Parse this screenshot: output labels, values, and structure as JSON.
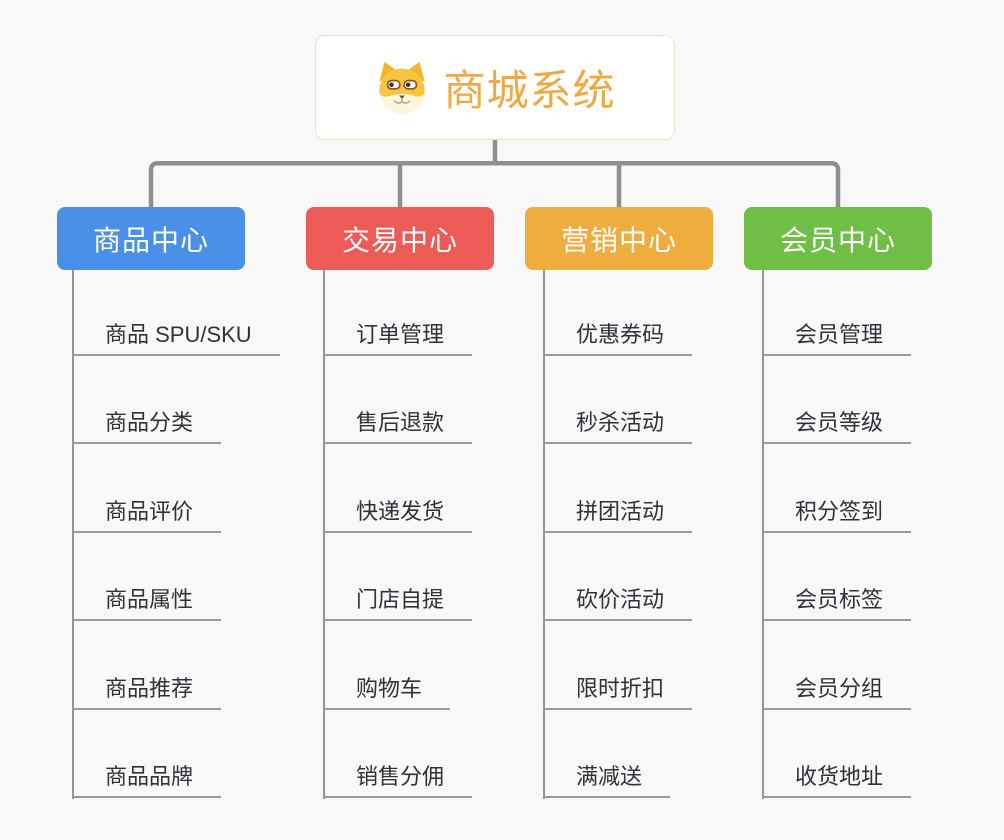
{
  "root": {
    "title": "商城系统",
    "icon": "dog-icon",
    "title_color": "#f0a843",
    "border_color": "#f3c27c"
  },
  "connector_color": "#8f8f8f",
  "background_color": "#f8f8f8",
  "branches": [
    {
      "label": "商品中心",
      "color": "#4a90e9",
      "children": [
        "商品 SPU/SKU",
        "商品分类",
        "商品评价",
        "商品属性",
        "商品推荐",
        "商品品牌"
      ]
    },
    {
      "label": "交易中心",
      "color": "#ec5b56",
      "children": [
        "订单管理",
        "售后退款",
        "快递发货",
        "门店自提",
        "购物车",
        "销售分佣"
      ]
    },
    {
      "label": "营销中心",
      "color": "#efad3f",
      "children": [
        "优惠券码",
        "秒杀活动",
        "拼团活动",
        "砍价活动",
        "限时折扣",
        "满减送"
      ]
    },
    {
      "label": "会员中心",
      "color": "#6fbe45",
      "children": [
        "会员管理",
        "会员等级",
        "积分签到",
        "会员标签",
        "会员分组",
        "收货地址"
      ]
    }
  ]
}
